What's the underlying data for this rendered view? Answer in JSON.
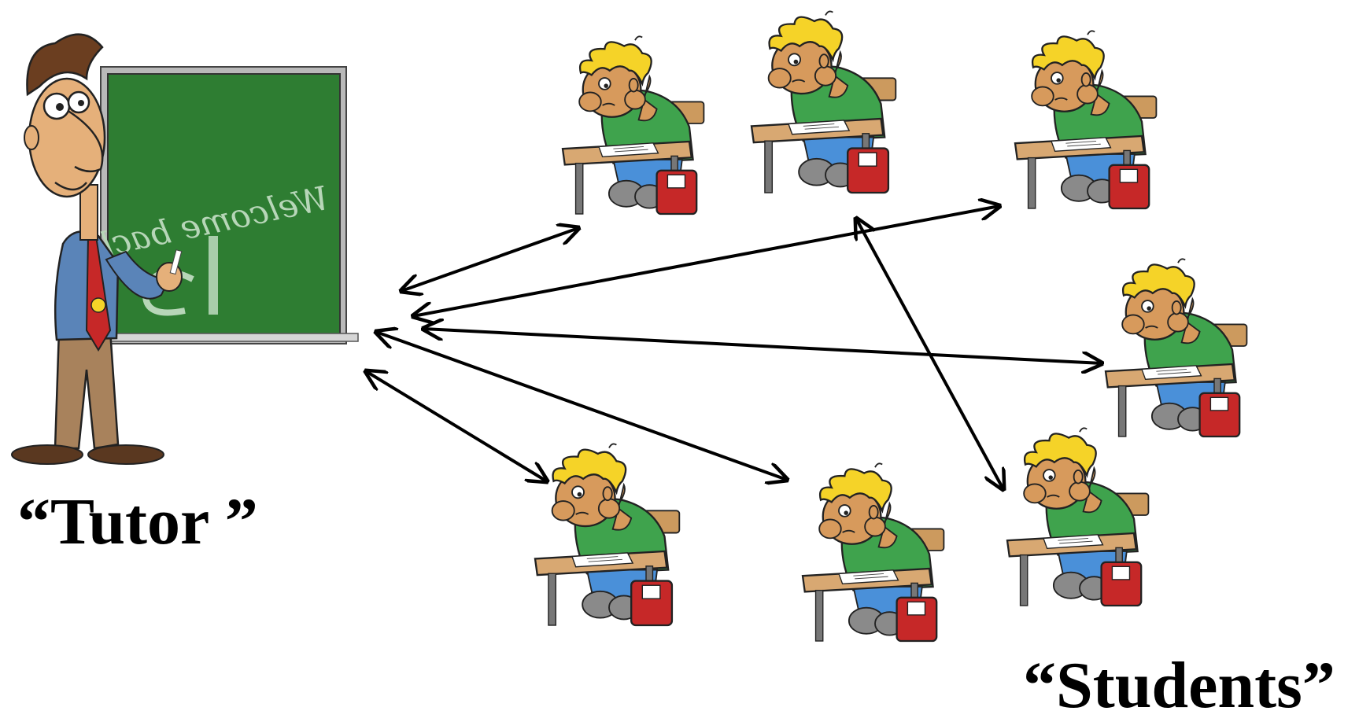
{
  "labels": {
    "tutor": "“Tutor ”",
    "students": "“Students”",
    "chalkboard": "Welcome back!"
  },
  "colors": {
    "chalkboard": "#2e7d32",
    "hair": "#f5d328",
    "shirt_student": "#3fa34d",
    "skin": "#d79a5c",
    "bag": "#c62828",
    "desk": "#d8a872",
    "arrow": "#000000",
    "teacher_shirt": "#5a84b8",
    "teacher_pants": "#a8825c",
    "tie": "#c62828"
  },
  "icons": {
    "tutor": "teacher-at-chalkboard-icon",
    "student": "student-at-desk-icon",
    "connection": "double-headed-arrow-icon"
  }
}
